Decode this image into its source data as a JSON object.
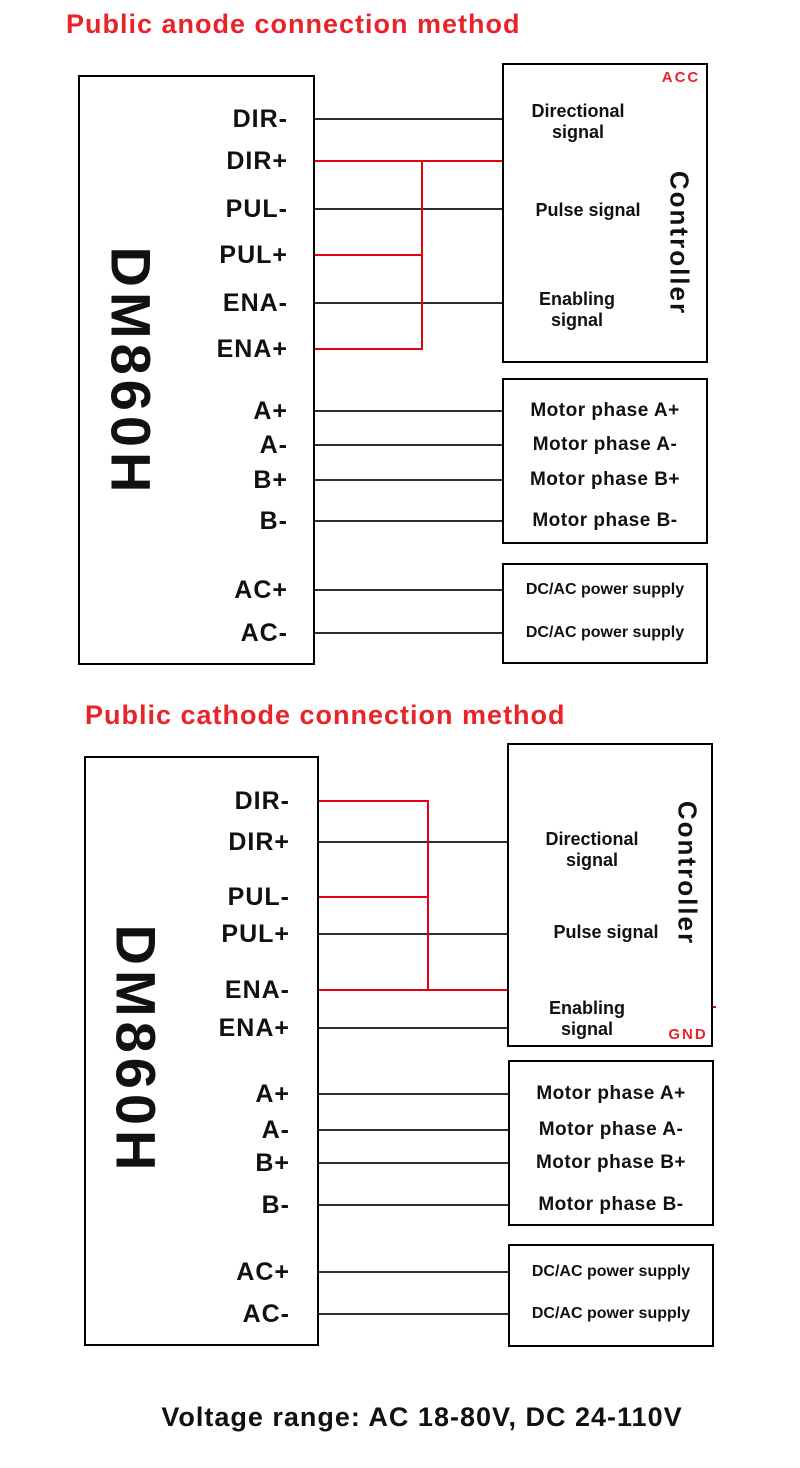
{
  "page": {
    "title_anode": "Public anode connection method",
    "title_cathode": "Public cathode connection method",
    "voltage_note": "Voltage range: AC 18-80V, DC 24-110V"
  },
  "colors": {
    "accent_red": "#e8232a",
    "wire_red": "#e60012",
    "wire_black": "#2e2e2e",
    "text_black": "#111111",
    "background": "#ffffff"
  },
  "anode": {
    "driver_name": "DM860H",
    "pins": [
      "DIR-",
      "DIR+",
      "PUL-",
      "PUL+",
      "ENA-",
      "ENA+",
      "A+",
      "A-",
      "B+",
      "B-",
      "AC+",
      "AC-"
    ],
    "controller": {
      "name": "Controller",
      "rail_label": "ACC",
      "signals": [
        "Directional signal",
        "Pulse signal",
        "Enabling signal"
      ]
    },
    "motor_phases": [
      "Motor phase A+",
      "Motor phase A-",
      "Motor phase B+",
      "Motor phase B-"
    ],
    "power_rows": [
      "DC/AC power supply",
      "DC/AC power supply"
    ]
  },
  "cathode": {
    "driver_name": "DM860H",
    "pins": [
      "DIR-",
      "DIR+",
      "PUL-",
      "PUL+",
      "ENA-",
      "ENA+",
      "A+",
      "A-",
      "B+",
      "B-",
      "AC+",
      "AC-"
    ],
    "controller": {
      "name": "Controller",
      "rail_label": "GND",
      "signals": [
        "Directional signal",
        "Pulse signal",
        "Enabling signal"
      ]
    },
    "motor_phases": [
      "Motor phase A+",
      "Motor phase A-",
      "Motor phase B+",
      "Motor phase B-"
    ],
    "power_rows": [
      "DC/AC power supply",
      "DC/AC power supply"
    ]
  }
}
